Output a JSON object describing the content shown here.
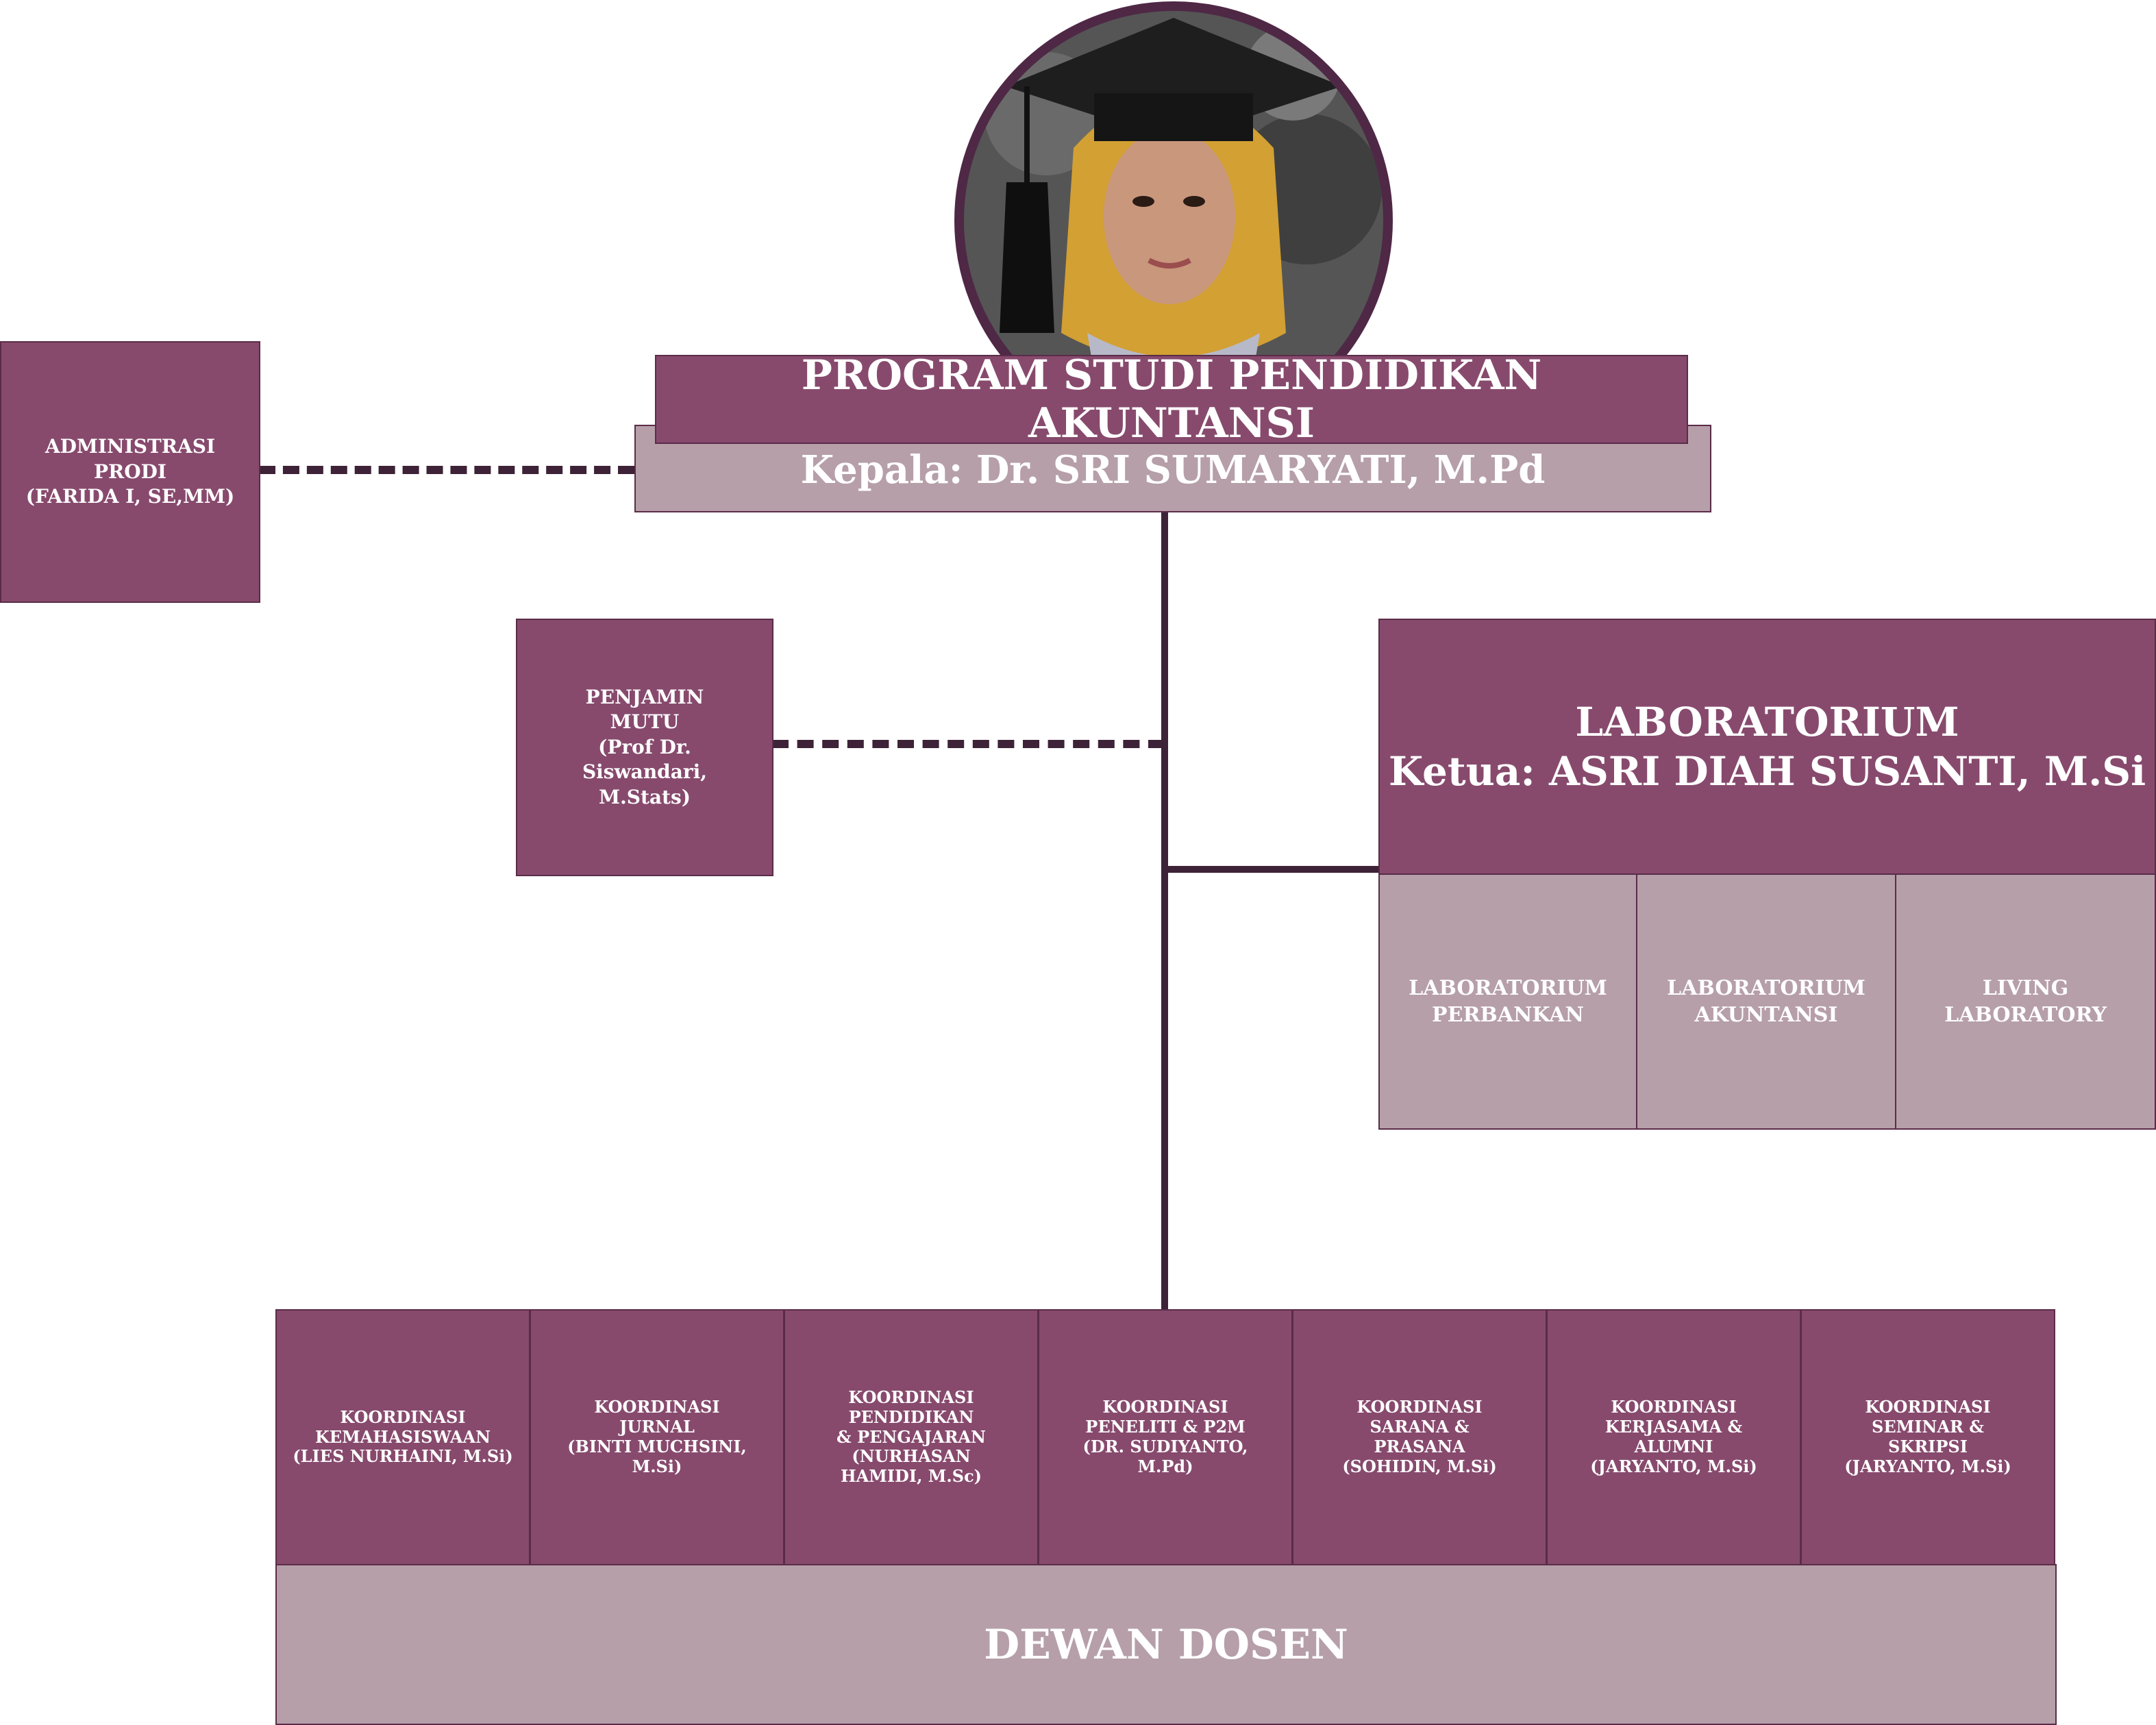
{
  "header": {
    "title": "PROGRAM STUDI PENDIDIKAN AKUNTANSI",
    "head": "Kepala: Dr. SRI SUMARYATI, M.Pd"
  },
  "admin": {
    "lines": [
      "ADMINISTRASI",
      "PRODI",
      "(FARIDA I, SE,MM)"
    ]
  },
  "penjamin": {
    "lines": [
      "PENJAMIN",
      "MUTU",
      "(Prof Dr.",
      "Siswandari,",
      "M.Stats)"
    ]
  },
  "lab": {
    "title": "LABORATORIUM",
    "head": "Ketua: ASRI DIAH SUSANTI, M.Si",
    "units": [
      {
        "lines": [
          "LABORATORIUM",
          "PERBANKAN"
        ]
      },
      {
        "lines": [
          "LABORATORIUM",
          "AKUNTANSI"
        ]
      },
      {
        "lines": [
          "LIVING",
          "LABORATORY"
        ]
      }
    ]
  },
  "koordinasi": [
    {
      "lines": [
        "KOORDINASI",
        "KEMAHASISWAAN",
        "(LIES NURHAINI, M.Si)"
      ]
    },
    {
      "lines": [
        "KOORDINASI",
        "JURNAL",
        "(BINTI MUCHSINI,",
        "M.Si)"
      ]
    },
    {
      "lines": [
        "KOORDINASI",
        "PENDIDIKAN",
        "& PENGAJARAN",
        "(NURHASAN",
        "HAMIDI, M.Sc)"
      ]
    },
    {
      "lines": [
        "KOORDINASI",
        "PENELITI & P2M",
        "(DR. SUDIYANTO,",
        "M.Pd)"
      ]
    },
    {
      "lines": [
        "KOORDINASI",
        "SARANA &",
        "PRASANA",
        "(SOHIDIN, M.Si)"
      ]
    },
    {
      "lines": [
        "KOORDINASI",
        "KERJASAMA &",
        "ALUMNI",
        "(JARYANTO, M.Si)"
      ]
    },
    {
      "lines": [
        "KOORDINASI",
        "SEMINAR &",
        "SKRIPSI",
        "(JARYANTO, M.Si)"
      ]
    }
  ],
  "dewan": "DEWAN DOSEN",
  "colors": {
    "dark": "#874a6d",
    "light": "#b69fa9",
    "line": "#3d2238",
    "ring": "#4f2846"
  }
}
